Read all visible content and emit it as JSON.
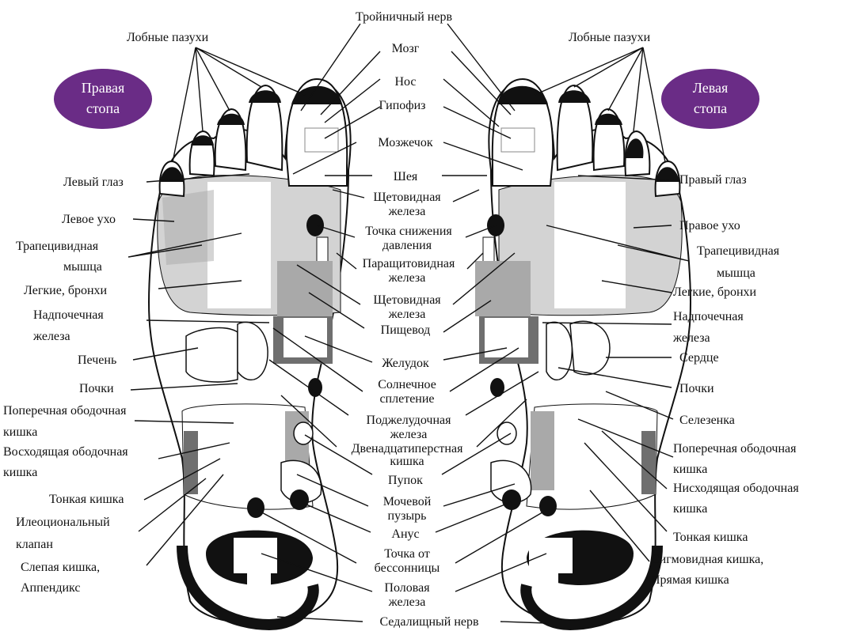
{
  "badges": {
    "right_foot": [
      "Правая",
      "стопа"
    ],
    "left_foot": [
      "Левая",
      "стопа"
    ]
  },
  "colors": {
    "badge": "#6a2c86",
    "light_zone": "#d3d3d3",
    "mid_zone": "#a9a9a9",
    "dark_zone": "#6f6f6f",
    "outline": "#111111"
  },
  "labels": {
    "trigeminal": [
      "Тройничный нерв"
    ],
    "frontal_left": [
      "Лобные пазухи"
    ],
    "frontal_right": [
      "Лобные пазухи"
    ],
    "brain": [
      "Мозг"
    ],
    "nose": [
      "Нос"
    ],
    "pituitary": [
      "Гипофиз"
    ],
    "cerebellum": [
      "Мозжечок"
    ],
    "neck": [
      "Шея"
    ],
    "thyroid": [
      "Щетовидная",
      "железа"
    ],
    "pressure": [
      "Точка снижения",
      "давления"
    ],
    "parathyroid": [
      "Паращитовидная",
      "железа"
    ],
    "thyroid2": [
      "Щетовидная",
      "железа"
    ],
    "esophagus": [
      "Пищевод"
    ],
    "stomach": [
      "Желудок"
    ],
    "solar": [
      "Солнечное",
      "сплетение"
    ],
    "pancreas": [
      "Поджелудочная",
      "железа"
    ],
    "duodenum": [
      "Двенадцатиперстная",
      "кишка"
    ],
    "navel": [
      "Пупок"
    ],
    "bladder": [
      "Мочевой",
      "пузырь"
    ],
    "anus": [
      "Анус"
    ],
    "insomnia": [
      "Точка от",
      "бессонницы"
    ],
    "genital": [
      "Половая",
      "железа"
    ],
    "sciatic": [
      "Седалищный нерв"
    ],
    "left_eye": [
      "Левый глаз"
    ],
    "left_ear": [
      "Левое ухо"
    ],
    "trap_l": [
      "Трапецивидная",
      "мышца"
    ],
    "lungs_l": [
      "Легкие, бронхи"
    ],
    "adrenal_l": [
      "Надпочечная",
      "железа"
    ],
    "liver": [
      "Печень"
    ],
    "kidneys_l": [
      "Почки"
    ],
    "transverse_l": [
      "Поперечная ободочная",
      "кишка"
    ],
    "ascending": [
      "Восходящая ободочная",
      "кишка"
    ],
    "small_l": [
      "Тонкая кишка"
    ],
    "ileocecal": [
      "Илеоциональный",
      "клапан"
    ],
    "cecum": [
      "Слепая кишка,",
      "Аппендикс"
    ],
    "right_eye": [
      "Правый глаз"
    ],
    "right_ear": [
      "Правое ухо"
    ],
    "trap_r": [
      "Трапецивидная",
      "мышца"
    ],
    "lungs_r": [
      "Легкие, бронхи"
    ],
    "adrenal_r": [
      "Надпочечная",
      "железа"
    ],
    "heart": [
      "Сердце"
    ],
    "kidneys_r": [
      "Почки"
    ],
    "spleen": [
      "Селезенка"
    ],
    "transverse_r": [
      "Поперечная ободочная",
      "кишка"
    ],
    "descending": [
      "Нисходящая ободочная",
      "кишка"
    ],
    "small_r": [
      "Тонкая кишка"
    ],
    "sigmoid": [
      "Сигмовидная кишка,",
      "Прямая кишка"
    ]
  }
}
